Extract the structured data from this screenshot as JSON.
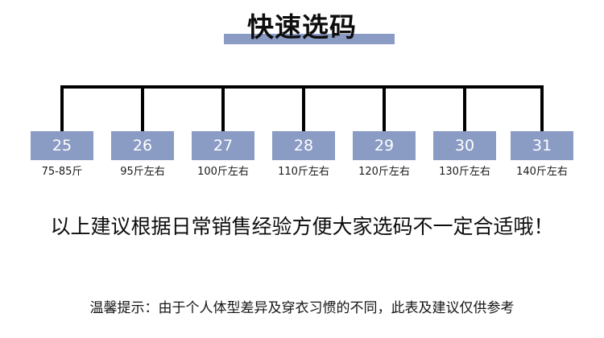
{
  "title": {
    "text": "快速选码",
    "highlight_color": "#8a9bc4"
  },
  "palette": {
    "box_fill": "#8a9bc4",
    "box_text": "#ffffff",
    "bracket_line": "#000000",
    "background": "#ffffff"
  },
  "size_chart": {
    "columns": [
      {
        "size": "25",
        "weight": "75-85斤"
      },
      {
        "size": "26",
        "weight": "95斤左右"
      },
      {
        "size": "27",
        "weight": "100斤左右"
      },
      {
        "size": "28",
        "weight": "110斤左右"
      },
      {
        "size": "29",
        "weight": "120斤左右"
      },
      {
        "size": "30",
        "weight": "130斤左右"
      },
      {
        "size": "31",
        "weight": "140斤左右"
      }
    ]
  },
  "notes": {
    "main": "以上建议根据日常销售经验方便大家选码不一定合适哦！",
    "footer": "温馨提示：由于个人体型差异及穿衣习惯的不同，此表及建议仅供参考"
  }
}
